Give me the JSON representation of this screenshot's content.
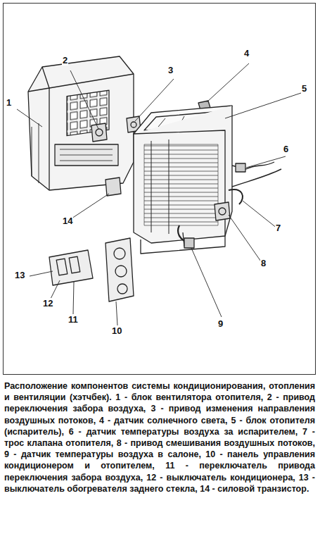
{
  "diagram": {
    "caption": "Расположение компонентов системы кондиционирования, отопления и вентиляции (хэтчбек). 1 - блок вентилятора отопителя, 2 - привод переключения забора воздуха, 3 - привод изменения направления воздушных потоков, 4 - датчик солнечного света, 5 - блок отопителя (испаритель), 6 - датчик температуры воздуха за испарителем, 7 - трос клапана отопителя, 8 - привод смешивания воздушных потоков, 9 - датчик температуры воздуха в салоне, 10 - панель управления кондиционером и отопителем, 11 - переключатель привода переключения забора воздуха, 12 - выключатель кондиционера, 13 - выключатель обогревателя заднего стекла, 14 - силовой транзистор.",
    "labels": [
      "1",
      "2",
      "3",
      "4",
      "5",
      "6",
      "7",
      "8",
      "9",
      "10",
      "11",
      "12",
      "13",
      "14"
    ]
  }
}
